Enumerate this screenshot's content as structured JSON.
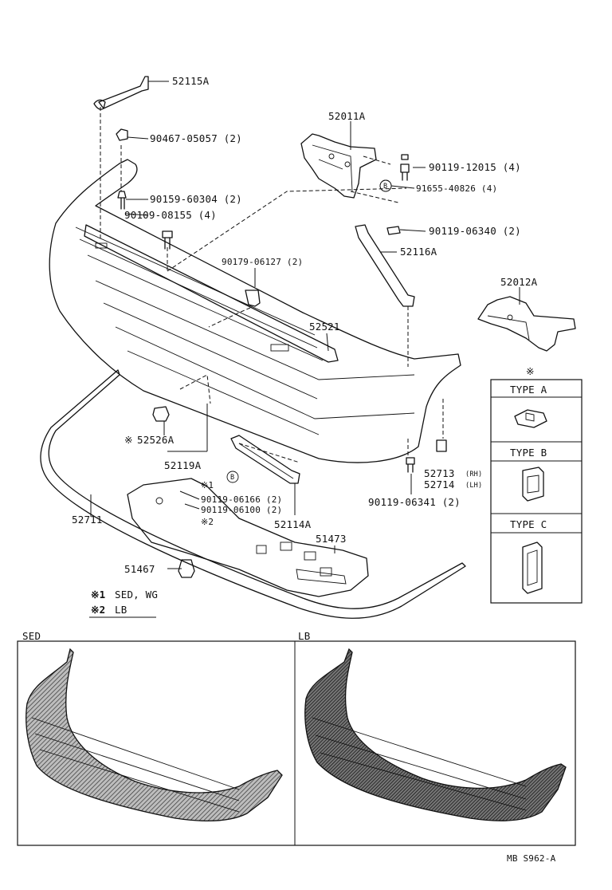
{
  "parts": {
    "p52115A": "52115A",
    "p90467": "90467-05057 (2)",
    "p52011A": "52011A",
    "p90119_12015": "90119-12015 (4)",
    "p91655": "91655-40826 (4)",
    "p90159": "90159-60304 (2)",
    "p90109": "90109-08155 (4)",
    "p90119_06340": "90119-06340 (2)",
    "p52116A": "52116A",
    "p90179": "90179-06127 (2)",
    "p52012A": "52012A",
    "p52521": "52521",
    "p52526A": "52526A",
    "p52119A": "52119A",
    "p52711": "52711",
    "p90119_06166": "90119-06166 (2)",
    "p90119_06100": "90119-06100 (2)",
    "p52114A": "52114A",
    "p51473": "51473",
    "p51467": "51467",
    "p52713": "52713",
    "p52713_side": "(RH)",
    "p52714": "52714",
    "p52714_side": "(LH)",
    "p90119_06341": "90119-06341 (2)"
  },
  "marks": {
    "reference": "※",
    "ref1": "※1",
    "ref2": "※2",
    "circle_b": "B"
  },
  "notes": {
    "note1_mark": "※1",
    "note1_text": "SED, WG",
    "note2_mark": "※2",
    "note2_text": "LB"
  },
  "types": {
    "a": "TYPE A",
    "b": "TYPE B",
    "c": "TYPE C"
  },
  "variants": {
    "sed": "SED",
    "lb": "LB"
  },
  "footer": {
    "code": "MB  S962-A"
  }
}
